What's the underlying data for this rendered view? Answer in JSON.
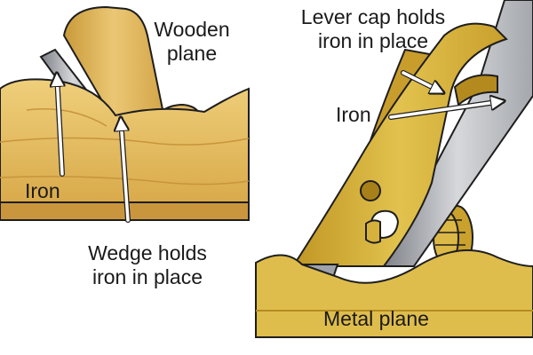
{
  "labels": {
    "wooden_plane": [
      "Wooden",
      "plane"
    ],
    "wooden_iron": "Iron",
    "wedge": [
      "Wedge holds",
      "iron in place"
    ],
    "lever_cap": [
      "Lever cap holds",
      "iron in place"
    ],
    "metal_iron": "Iron",
    "metal_plane": "Metal plane"
  },
  "colors": {
    "wood_light": "#e9c66a",
    "wood_mid": "#d8a948",
    "wood_dark": "#c08a2e",
    "brass": "#d8b23c",
    "brass_dark": "#a98119",
    "steel_light": "#d9dadd",
    "steel_mid": "#a6a8ae",
    "steel_dark": "#6d7077",
    "outline": "#1e1e1e",
    "arrow": "#ffffff"
  }
}
